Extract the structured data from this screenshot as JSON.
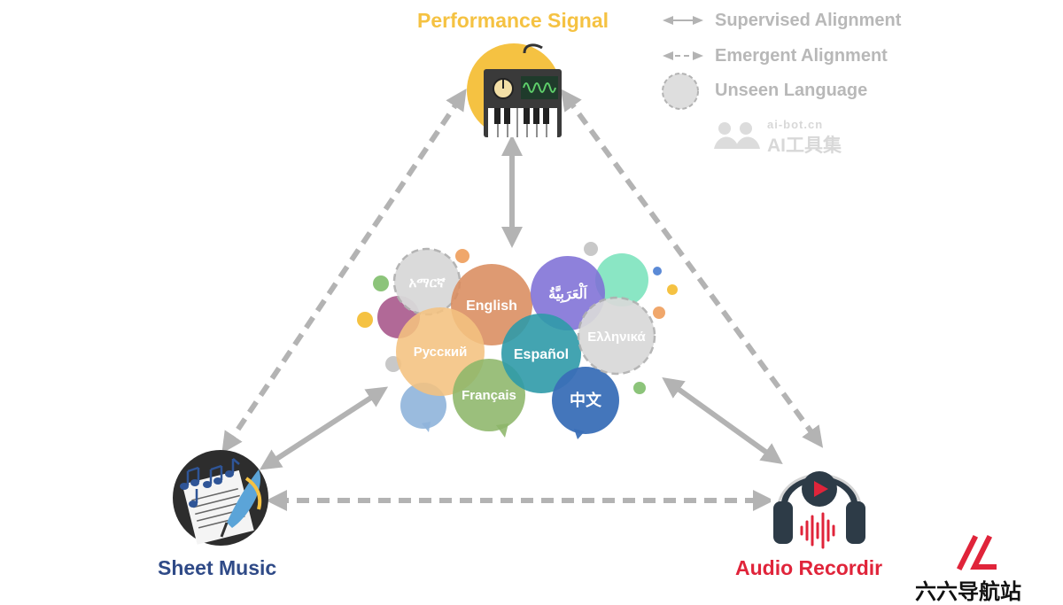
{
  "nodes": {
    "performance": {
      "title": "Performance Signal",
      "color": "#f5c242"
    },
    "sheet": {
      "title": "Sheet Music",
      "color": "#2f4a87"
    },
    "audio": {
      "title": "Audio Recordir",
      "color": "#e0243a"
    }
  },
  "legend": {
    "supervised": "Supervised Alignment",
    "emergent": "Emergent Alignment",
    "unseen": "Unseen Language"
  },
  "languages": [
    "አማርኛ",
    "English",
    "اَلْعَرَبِيَّةُ",
    "Ελληνικά",
    "Русский",
    "Español",
    "Français",
    "中文"
  ],
  "watermark": {
    "domain": "ai-bot.cn",
    "name": "AI工具集",
    "site": "六六导航站"
  },
  "colors": {
    "arrow": "#b3b3b3",
    "legend_text": "#b8b8b8",
    "watermark_red": "#e0243a"
  }
}
